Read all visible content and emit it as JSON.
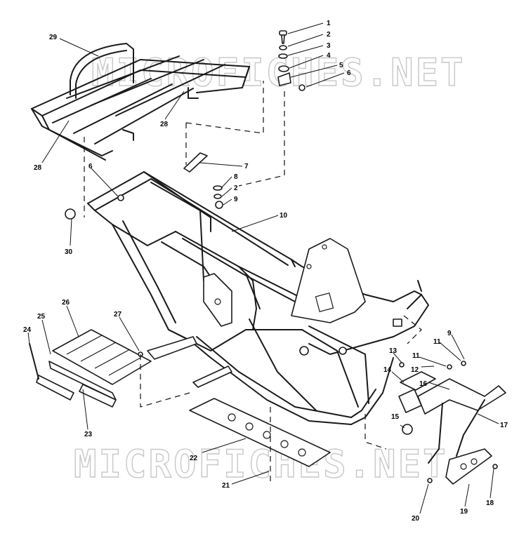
{
  "watermark": "MICROFICHES.NET",
  "callouts": [
    "1",
    "2",
    "3",
    "4",
    "5",
    "6",
    "6",
    "7",
    "8",
    "2",
    "9",
    "10",
    "28",
    "28",
    "29",
    "30",
    "26",
    "25",
    "24",
    "27",
    "23",
    "22",
    "21",
    "20",
    "19",
    "18",
    "17",
    "16",
    "15",
    "14",
    "13",
    "12",
    "11",
    "11",
    "9"
  ]
}
